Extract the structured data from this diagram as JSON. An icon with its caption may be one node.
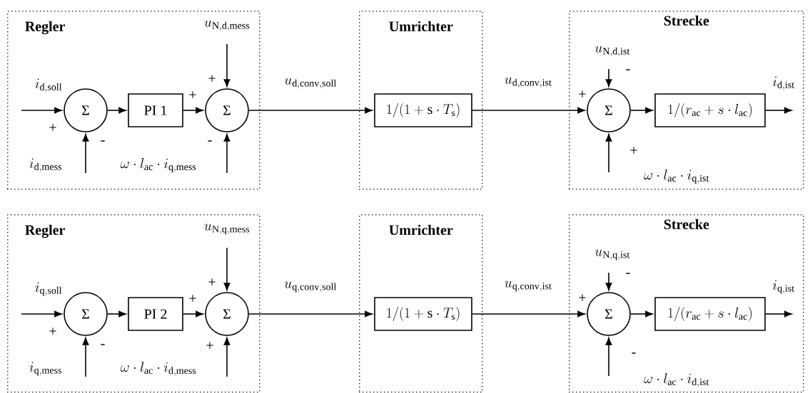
{
  "diagram": {
    "nodes": [
      {
        "text": [
          "Regler"
        ]
      },
      {
        "text": [
          "Σ"
        ],
        "in": 0
      },
      {
        "text": [
          "PI 1"
        ],
        "in": 0
      },
      {
        "text": [
          "Σ"
        ],
        "in": 0
      },
      {
        "text": [
          "Umrichter"
        ]
      },
      {
        "text": [
          "1/(1+\\mathrm{s}\\cdot T_{\\mathrm{s}})"
        ],
        "in": 4
      },
      {
        "text": [
          "Strecke"
        ]
      },
      {
        "text": [
          "Σ"
        ],
        "in": 6
      },
      {
        "text": [
          "1/(r_{\\mathrm{ac}}+s\\cdot l_{\\mathrm{ac}})"
        ],
        "in": 6
      },
      {
        "text": [
          "Regler"
        ]
      },
      {
        "text": [
          "Σ"
        ],
        "in": 9
      },
      {
        "text": [
          "PI 2"
        ],
        "in": 9
      },
      {
        "text": [
          "Σ"
        ],
        "in": 9
      },
      {
        "text": [
          "Umrichter"
        ]
      },
      {
        "text": [
          "1/(1+\\mathrm{s}\\cdot T_{\\mathrm{s}})"
        ],
        "in": 13
      },
      {
        "text": [
          "Strecke"
        ]
      },
      {
        "text": [
          "Σ"
        ],
        "in": 15
      },
      {
        "text": [
          "1/(r_{\\mathrm{ac}}+s\\cdot l_{\\mathrm{ac}})"
        ],
        "in": 15
      }
    ],
    "edges": [
      {
        "from": null,
        "to": 1,
        "arrow": "to",
        "label": "i_{\\mathrm{d,soll}}"
      },
      {
        "from": null,
        "to": 1,
        "arrow": "to",
        "label": "i_{\\mathrm{d,mess}}"
      },
      {
        "from": 1,
        "to": 2,
        "arrow": "to"
      },
      {
        "from": 2,
        "to": 3,
        "arrow": "to"
      },
      {
        "from": null,
        "to": 3,
        "arrow": "to",
        "label": "u_{\\mathrm{N,d,mess}}"
      },
      {
        "from": null,
        "to": 3,
        "arrow": "to",
        "label": "\\omega\\cdot l_{\\mathrm{ac}}\\cdot i_{\\mathrm{q,mess}}"
      },
      {
        "from": 3,
        "to": 5,
        "arrow": "to",
        "label": "u_{\\mathrm{d,conv,soll}}"
      },
      {
        "from": 5,
        "to": 7,
        "arrow": "to",
        "label": "u_{\\mathrm{d,conv,ist}}"
      },
      {
        "from": null,
        "to": 7,
        "arrow": "to",
        "label": "u_{\\mathrm{N,d,ist}}"
      },
      {
        "from": null,
        "to": 7,
        "arrow": "to",
        "label": "\\omega\\cdot l_{\\mathrm{ac}}\\cdot i_{\\mathrm{q,ist}}"
      },
      {
        "from": 7,
        "to": 8,
        "arrow": "to"
      },
      {
        "from": 8,
        "to": null,
        "arrow": "to",
        "label": "i_{\\mathrm{d,ist}}"
      },
      {
        "from": null,
        "to": 10,
        "arrow": "to",
        "label": "i_{\\mathrm{q,soll}}"
      },
      {
        "from": null,
        "to": 10,
        "arrow": "to",
        "label": "i_{\\mathrm{q,mess}}"
      },
      {
        "from": 10,
        "to": 11,
        "arrow": "to"
      },
      {
        "from": 11,
        "to": 12,
        "arrow": "to"
      },
      {
        "from": null,
        "to": 12,
        "arrow": "to",
        "label": "u_{\\mathrm{N,q,mess}}"
      },
      {
        "from": null,
        "to": 12,
        "arrow": "to",
        "label": "\\omega\\cdot l_{\\mathrm{ac}}\\cdot i_{\\mathrm{d,mess}}"
      },
      {
        "from": 12,
        "to": 14,
        "arrow": "to",
        "label": "u_{\\mathrm{q,conv,soll}}"
      },
      {
        "from": 14,
        "to": 16,
        "arrow": "to",
        "label": "u_{\\mathrm{q,conv,ist}}"
      },
      {
        "from": null,
        "to": 16,
        "arrow": "to",
        "label": "u_{\\mathrm{N,q,ist}}"
      },
      {
        "from": null,
        "to": 16,
        "arrow": "to",
        "label": "\\omega\\cdot l_{\\mathrm{ac}}\\cdot i_{\\mathrm{d,ist}}"
      },
      {
        "from": 16,
        "to": 17,
        "arrow": "to"
      },
      {
        "from": 17,
        "to": null,
        "arrow": "to",
        "label": "i_{\\mathrm{q,ist}}"
      }
    ],
    "labels": [
      "+",
      "-",
      "+",
      "+",
      "-",
      "+",
      "-",
      "+",
      "+",
      "-",
      "+",
      "+",
      "+",
      "+",
      "-",
      "-"
    ]
  }
}
